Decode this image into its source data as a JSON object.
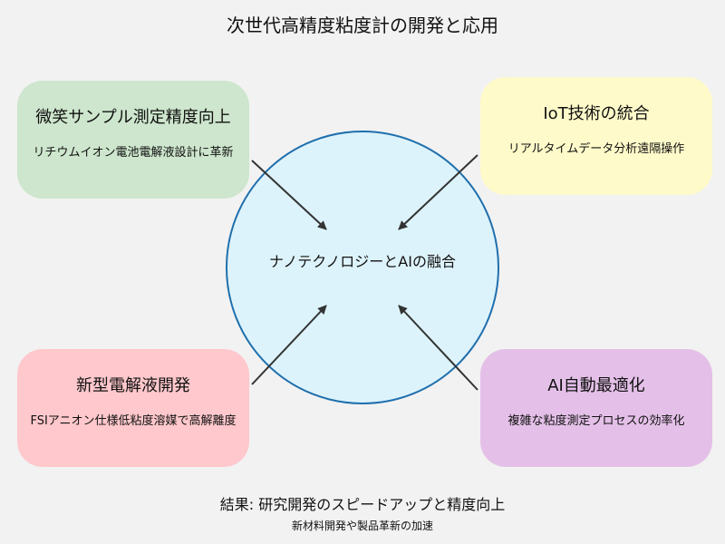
{
  "title": "次世代高精度粘度計の開発と応用",
  "center": {
    "label": "ナノテクノロジーとAIの融合",
    "fill": "#ddf3fb",
    "stroke": "#1f6fad"
  },
  "boxes": {
    "top_left": {
      "title": "微笑サンプル測定精度向上",
      "desc": "リチウムイオン電池電解液設計に革新",
      "color": "#cde6cd"
    },
    "top_right": {
      "title": "IoT技術の統合",
      "desc": "リアルタイムデータ分析遠隔操作",
      "color": "#fffac9"
    },
    "bottom_left": {
      "title": "新型電解液開発",
      "desc": "FSIアニオン仕様低粘度溶媒で高解離度",
      "color": "#ffc8cc"
    },
    "bottom_right": {
      "title": "AI自動最適化",
      "desc": "複雑な粘度測定プロセスの効率化",
      "color": "#e4c0e8"
    }
  },
  "footer": {
    "result": "結果: 研究開発のスピードアップと精度向上",
    "sub": "新材料開発や製品革新の加速"
  },
  "arrow_color": "#333333"
}
